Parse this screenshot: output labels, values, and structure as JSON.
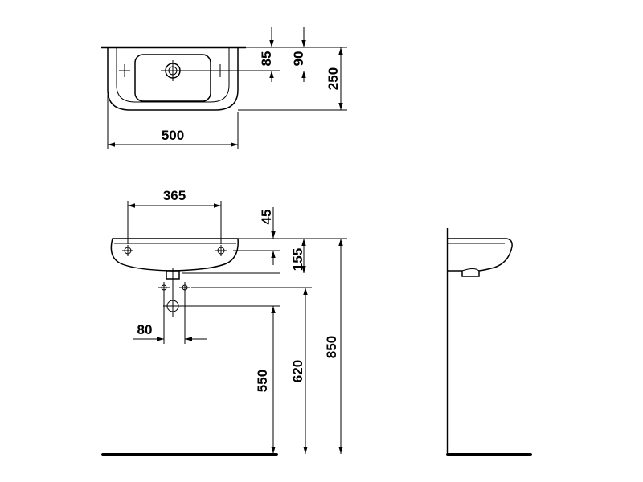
{
  "dimensions": {
    "top_width": "500",
    "top_depth": "250",
    "top_tap_offset_85": "85",
    "top_tap_offset_90": "90",
    "front_fixing_distance": "365",
    "front_rim_to_fixing": "45",
    "front_fixing_to_drain": "155",
    "front_floor_to_waste": "550",
    "front_floor_to_supply": "620",
    "front_floor_to_rim": "850",
    "front_supply_spacing": "80"
  }
}
